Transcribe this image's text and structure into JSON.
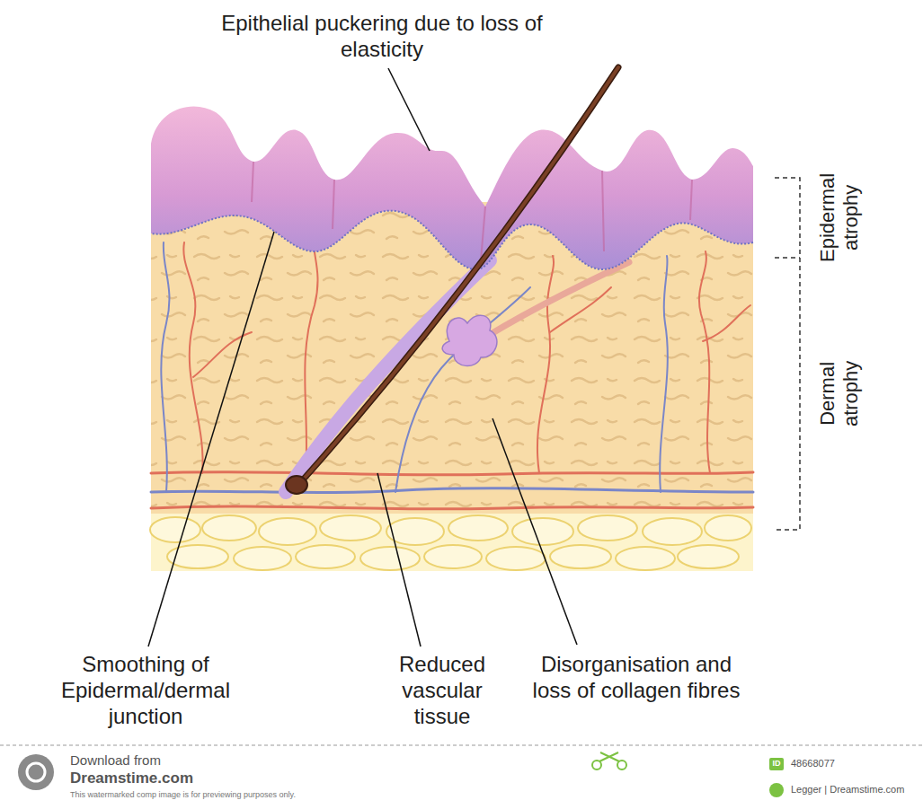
{
  "diagram": {
    "labels": [
      "Epithelial puckering due to loss of elasticity",
      "Epidermal atrophy",
      "Dermal atrophy",
      "Smoothing of Epidermal/dermal junction",
      "Reduced vascular tissue",
      "Disorganisation and loss of collagen fibres",
      "Download from",
      "Dreamstime.com",
      "This watermarked comp image is for previewing purposes only.",
      "ID",
      "48668077",
      "Legger | Dreamstime.com"
    ]
  }
}
